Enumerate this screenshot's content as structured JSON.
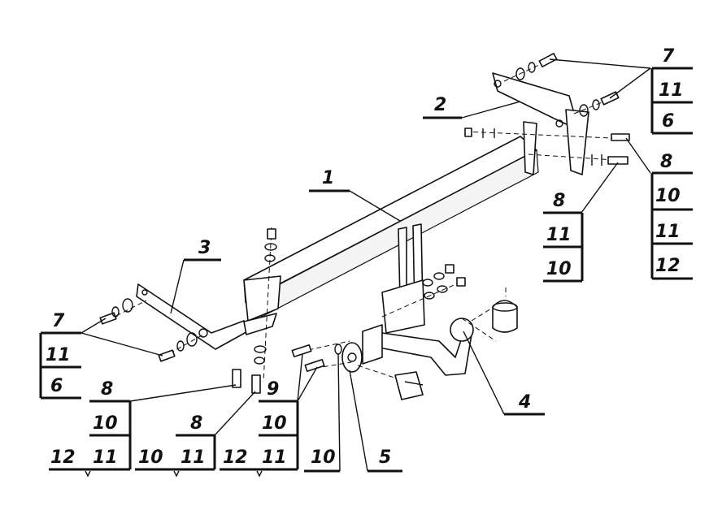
{
  "callouts": {
    "c1": "1",
    "c2": "2",
    "c3": "3",
    "c4": "4",
    "c5": "5",
    "c9": "9",
    "c10_single": "10"
  },
  "tables": {
    "top_right_a": [
      "7",
      "11",
      "6"
    ],
    "top_right_b": [
      "8",
      "10",
      "11",
      "12"
    ],
    "mid_right": [
      "8",
      "11",
      "10"
    ],
    "left_a": [
      "7",
      "11",
      "6"
    ],
    "bottom_1": [
      "8",
      "10",
      "11"
    ],
    "bottom_1_side": "12",
    "bottom_2": [
      "8",
      "11"
    ],
    "bottom_2_side": "10",
    "bottom_3": [
      "10",
      "11"
    ],
    "bottom_3_side": "12"
  }
}
